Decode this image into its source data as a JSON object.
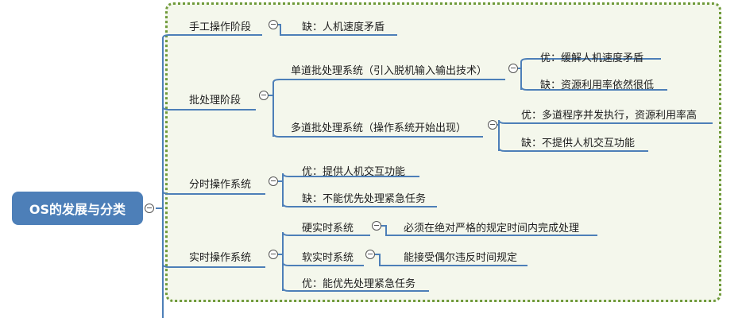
{
  "root": "OS的发展与分类",
  "branches": {
    "manual": {
      "label": "手工操作阶段",
      "children": [
        "缺：人机速度矛盾"
      ]
    },
    "batch": {
      "label": "批处理阶段",
      "single": {
        "label": "单道批处理系统（引入脱机输入输出技术）",
        "children": [
          "优：缓解人机速度矛盾",
          "缺：资源利用率依然很低"
        ]
      },
      "multi": {
        "label": "多道批处理系统（操作系统开始出现）",
        "children": [
          "优：多道程序并发执行，资源利用率高",
          "缺：不提供人机交互功能"
        ]
      }
    },
    "timeshare": {
      "label": "分时操作系统",
      "children": [
        "优：提供人机交互功能",
        "缺：不能优先处理紧急任务"
      ]
    },
    "realtime": {
      "label": "实时操作系统",
      "hard": {
        "label": "硬实时系统",
        "desc": "必须在绝对严格的规定时间内完成处理"
      },
      "soft": {
        "label": "软实时系统",
        "desc": "能接受偶尔违反时间规定"
      },
      "pro": "优：能优先处理紧急任务"
    }
  },
  "colors": {
    "root": "#4d7fb8",
    "line": "#4d7fb8",
    "boundary": "#6f9a3a",
    "boundary_fill": "#f4f7ec"
  }
}
